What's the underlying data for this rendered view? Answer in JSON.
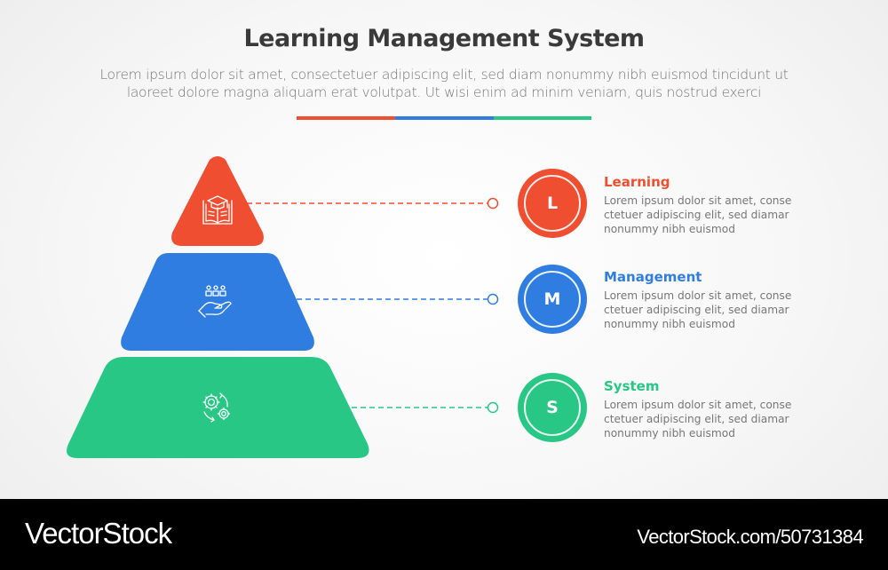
{
  "header": {
    "title": "Learning Management System",
    "subtitle_line1": "Lorem ipsum dolor sit amet, consectetuer adipiscing elit, sed diam nonummy nibh euismod tincidunt ut",
    "subtitle_line2": "laoreet dolore magna aliquam erat volutpat. Ut wisi enim ad minim veniam, quis nostrud exerci"
  },
  "colors": {
    "red": "#f04e30",
    "blue": "#2f7de1",
    "green": "#28c785",
    "title": "#3a3a3a",
    "text": "#777777"
  },
  "pyramid": {
    "levels": [
      {
        "name": "top",
        "icon": "graduation-book-icon",
        "color": "#f04e30"
      },
      {
        "name": "middle",
        "icon": "hand-people-icon",
        "color": "#2f7de1"
      },
      {
        "name": "bottom",
        "icon": "gears-cycle-icon",
        "color": "#28c785"
      }
    ]
  },
  "items": [
    {
      "letter": "L",
      "title": "Learning",
      "desc_line1": "Lorem ipsum dolor sit amet, conse",
      "desc_line2": "ctetuer adipiscing elit, sed diamar",
      "desc_line3": "nonummy nibh euismod",
      "color": "#f04e30"
    },
    {
      "letter": "M",
      "title": "Management",
      "desc_line1": "Lorem ipsum dolor sit amet, conse",
      "desc_line2": "ctetuer adipiscing elit, sed diamar",
      "desc_line3": "nonummy nibh euismod",
      "color": "#2f7de1"
    },
    {
      "letter": "S",
      "title": "System",
      "desc_line1": "Lorem ipsum dolor sit amet, conse",
      "desc_line2": "ctetuer adipiscing elit, sed diamar",
      "desc_line3": "nonummy nibh euismod",
      "color": "#28c785"
    }
  ],
  "footer": {
    "brand": "VectorStock",
    "url": "VectorStock.com/50731384"
  }
}
